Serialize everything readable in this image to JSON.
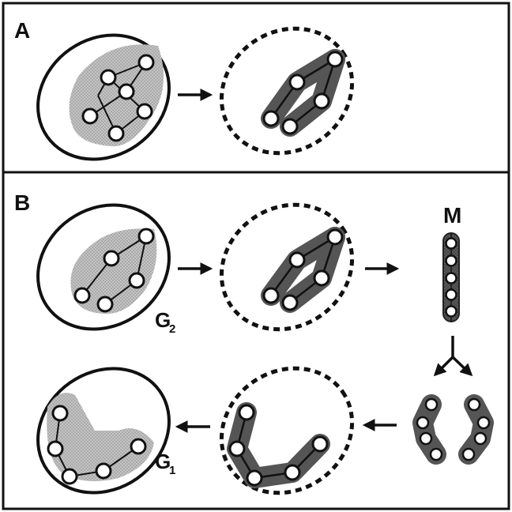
{
  "panels": [
    {
      "id": "A",
      "label": "A"
    },
    {
      "id": "B",
      "label": "B"
    }
  ],
  "labels": {
    "m": "M",
    "g2_main": "G",
    "g2_sub": "2",
    "g1_main": "G",
    "g1_sub": "1"
  },
  "colors": {
    "ink": "#111111",
    "light_fill": "#bdbdbd",
    "dark_fill": "#555555",
    "background": "#ffffff"
  },
  "icons": [
    "arrow-right-icon",
    "arrow-left-icon",
    "split-arrow-icon"
  ]
}
